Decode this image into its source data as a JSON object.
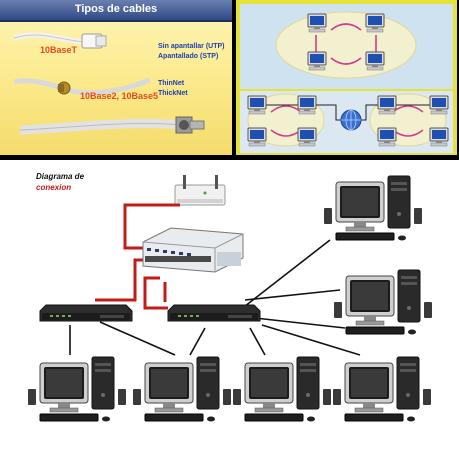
{
  "cables": {
    "title": "Tipos de cables",
    "rows": [
      {
        "name": "10BaseT",
        "desc": [
          "Sin apantallar (UTP)",
          "Apantallado (STP)"
        ]
      },
      {
        "name": "10Base2, 10Base5",
        "desc": [
          "ThinNet",
          "ThickNet"
        ]
      }
    ]
  },
  "diagram": {
    "title_line1": "Diagrama de",
    "title_line2": "conexion"
  },
  "colors": {
    "header": "#3a5592",
    "cable_red": "#c41a1a",
    "cable_black": "#111111",
    "label_orange": "#e84a1a",
    "label_blue": "#1d3fb3"
  }
}
